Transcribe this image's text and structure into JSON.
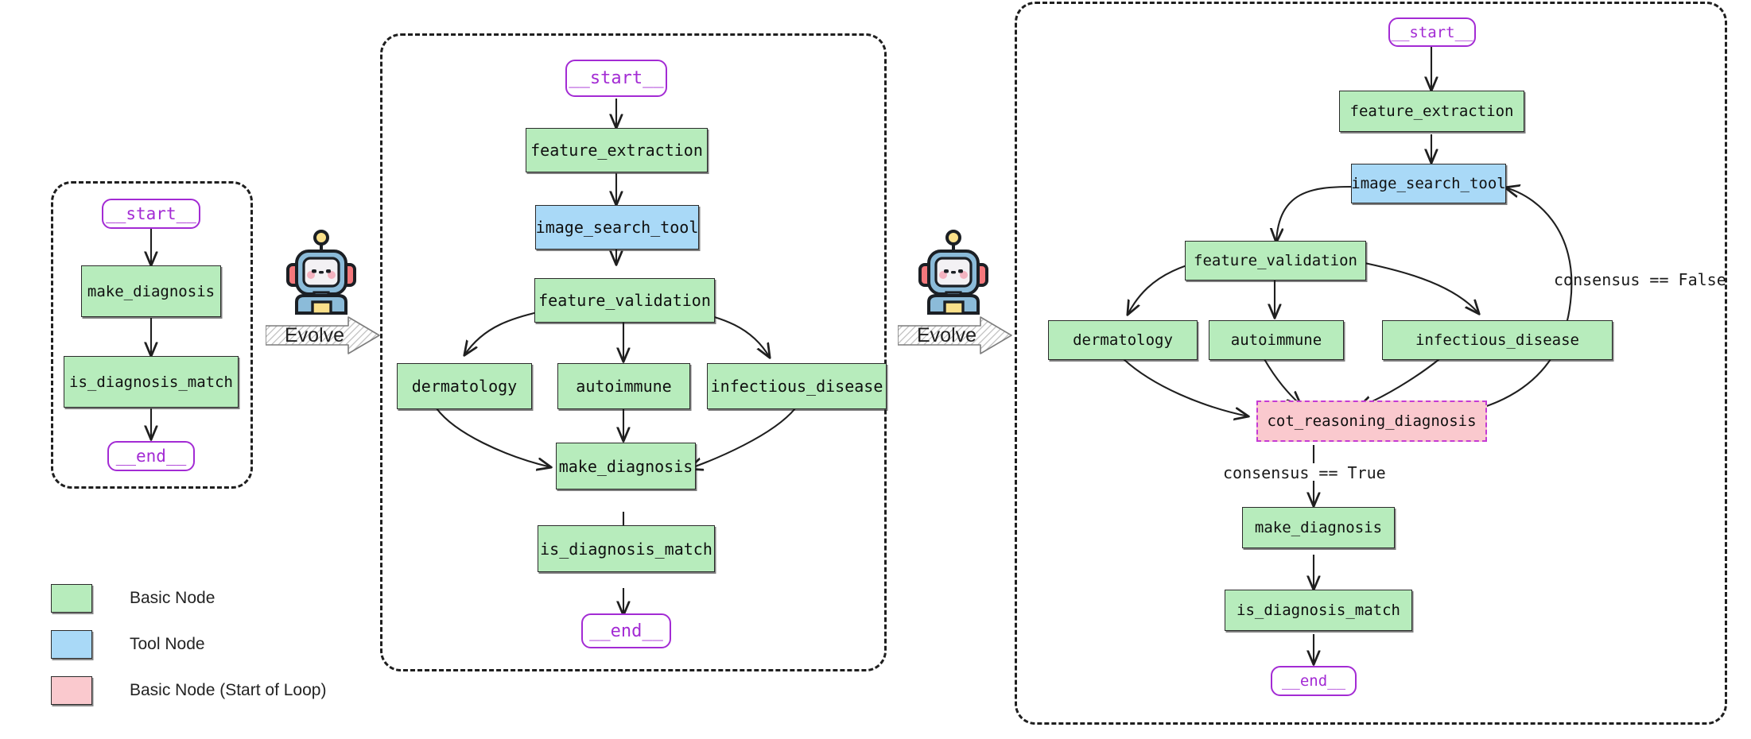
{
  "colors": {
    "basic_node": "#b7ecbc",
    "tool_node": "#a9d9f7",
    "loop_node": "#fac9ce",
    "loop_border": "#c43bd4",
    "terminal_border": "#a32bd4",
    "edge": "#1f1f1f",
    "panel_border": "#1f1f1f"
  },
  "legend": {
    "items": [
      {
        "label": "Basic Node",
        "swatch": "#b7ecbc",
        "kind": "basic"
      },
      {
        "label": "Tool Node",
        "swatch": "#a9d9f7",
        "kind": "tool"
      },
      {
        "label": "Basic Node (Start of Loop)",
        "swatch": "#fac9ce",
        "kind": "loop"
      }
    ]
  },
  "transitions": [
    {
      "label": "Evolve",
      "icon": "robot-icon"
    },
    {
      "label": "Evolve",
      "icon": "robot-icon"
    }
  ],
  "graphs": [
    {
      "id": "graph-v1",
      "nodes": [
        {
          "id": "start",
          "label": "__start__",
          "type": "terminal"
        },
        {
          "id": "make_diagnosis",
          "label": "make_diagnosis",
          "type": "basic"
        },
        {
          "id": "is_diagnosis_match",
          "label": "is_diagnosis_match",
          "type": "basic"
        },
        {
          "id": "end",
          "label": "__end__",
          "type": "terminal"
        }
      ],
      "edges": [
        {
          "from": "start",
          "to": "make_diagnosis",
          "label": ""
        },
        {
          "from": "make_diagnosis",
          "to": "is_diagnosis_match",
          "label": ""
        },
        {
          "from": "is_diagnosis_match",
          "to": "end",
          "label": ""
        }
      ]
    },
    {
      "id": "graph-v2",
      "nodes": [
        {
          "id": "start",
          "label": "__start__",
          "type": "terminal"
        },
        {
          "id": "feature_extraction",
          "label": "feature_extraction",
          "type": "basic"
        },
        {
          "id": "image_search_tool",
          "label": "image_search_tool",
          "type": "tool"
        },
        {
          "id": "feature_validation",
          "label": "feature_validation",
          "type": "basic"
        },
        {
          "id": "dermatology",
          "label": "dermatology",
          "type": "basic"
        },
        {
          "id": "autoimmune",
          "label": "autoimmune",
          "type": "basic"
        },
        {
          "id": "infectious_disease",
          "label": "infectious_disease",
          "type": "basic"
        },
        {
          "id": "make_diagnosis",
          "label": "make_diagnosis",
          "type": "basic"
        },
        {
          "id": "is_diagnosis_match",
          "label": "is_diagnosis_match",
          "type": "basic"
        },
        {
          "id": "end",
          "label": "__end__",
          "type": "terminal"
        }
      ],
      "edges": [
        {
          "from": "start",
          "to": "feature_extraction",
          "label": ""
        },
        {
          "from": "feature_extraction",
          "to": "image_search_tool",
          "label": ""
        },
        {
          "from": "image_search_tool",
          "to": "feature_validation",
          "label": ""
        },
        {
          "from": "feature_validation",
          "to": "dermatology",
          "label": ""
        },
        {
          "from": "feature_validation",
          "to": "autoimmune",
          "label": ""
        },
        {
          "from": "feature_validation",
          "to": "infectious_disease",
          "label": ""
        },
        {
          "from": "dermatology",
          "to": "make_diagnosis",
          "label": ""
        },
        {
          "from": "autoimmune",
          "to": "make_diagnosis",
          "label": ""
        },
        {
          "from": "infectious_disease",
          "to": "make_diagnosis",
          "label": ""
        },
        {
          "from": "make_diagnosis",
          "to": "is_diagnosis_match",
          "label": ""
        },
        {
          "from": "is_diagnosis_match",
          "to": "end",
          "label": ""
        }
      ]
    },
    {
      "id": "graph-v3",
      "nodes": [
        {
          "id": "start",
          "label": "__start__",
          "type": "terminal"
        },
        {
          "id": "feature_extraction",
          "label": "feature_extraction",
          "type": "basic"
        },
        {
          "id": "image_search_tool",
          "label": "image_search_tool",
          "type": "tool"
        },
        {
          "id": "feature_validation",
          "label": "feature_validation",
          "type": "basic"
        },
        {
          "id": "dermatology",
          "label": "dermatology",
          "type": "basic"
        },
        {
          "id": "autoimmune",
          "label": "autoimmune",
          "type": "basic"
        },
        {
          "id": "infectious_disease",
          "label": "infectious_disease",
          "type": "basic"
        },
        {
          "id": "cot_reasoning_diagnosis",
          "label": "cot_reasoning_diagnosis",
          "type": "loop"
        },
        {
          "id": "make_diagnosis",
          "label": "make_diagnosis",
          "type": "basic"
        },
        {
          "id": "is_diagnosis_match",
          "label": "is_diagnosis_match",
          "type": "basic"
        },
        {
          "id": "end",
          "label": "__end__",
          "type": "terminal"
        }
      ],
      "edges": [
        {
          "from": "start",
          "to": "feature_extraction",
          "label": ""
        },
        {
          "from": "feature_extraction",
          "to": "image_search_tool",
          "label": ""
        },
        {
          "from": "image_search_tool",
          "to": "feature_validation",
          "label": ""
        },
        {
          "from": "feature_validation",
          "to": "dermatology",
          "label": ""
        },
        {
          "from": "feature_validation",
          "to": "autoimmune",
          "label": ""
        },
        {
          "from": "feature_validation",
          "to": "infectious_disease",
          "label": ""
        },
        {
          "from": "dermatology",
          "to": "cot_reasoning_diagnosis",
          "label": ""
        },
        {
          "from": "autoimmune",
          "to": "cot_reasoning_diagnosis",
          "label": ""
        },
        {
          "from": "infectious_disease",
          "to": "cot_reasoning_diagnosis",
          "label": ""
        },
        {
          "from": "cot_reasoning_diagnosis",
          "to": "image_search_tool",
          "label": "consensus == False"
        },
        {
          "from": "cot_reasoning_diagnosis",
          "to": "make_diagnosis",
          "label": "consensus == True"
        },
        {
          "from": "make_diagnosis",
          "to": "is_diagnosis_match",
          "label": ""
        },
        {
          "from": "is_diagnosis_match",
          "to": "end",
          "label": ""
        }
      ]
    }
  ],
  "labels": {
    "consensus_false": "consensus == False",
    "consensus_true": "consensus == True"
  }
}
